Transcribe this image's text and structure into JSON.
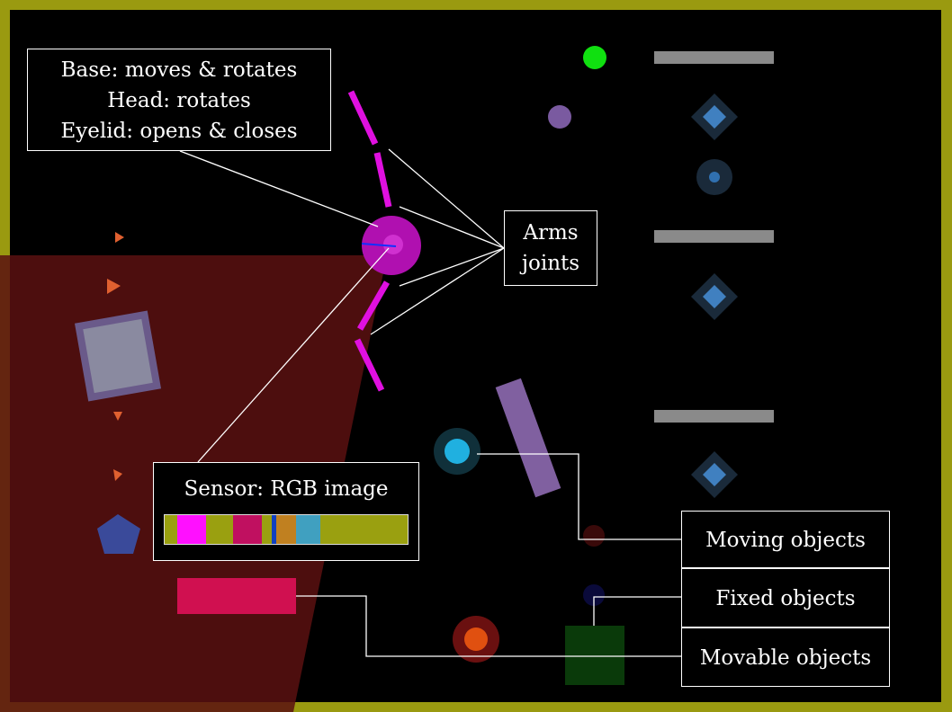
{
  "labels": {
    "base": [
      "Base: moves & rotates",
      "Head: rotates",
      "Eyelid: opens & closes"
    ],
    "arms": [
      "Arms",
      "joints"
    ],
    "sensor": "Sensor: RGB image",
    "moving": "Moving objects",
    "fixed": "Fixed objects",
    "movable": "Movable objects"
  },
  "colors": {
    "border": "#9a9a10",
    "field_of_view": "#4a1010",
    "agent": "#b010b0",
    "arm": "#e010e0",
    "leader_line": "#ffffff"
  },
  "sensor_strip": [
    {
      "color": "#9aa010",
      "w": 5
    },
    {
      "color": "#ff10ff",
      "w": 12
    },
    {
      "color": "#9aa010",
      "w": 11
    },
    {
      "color": "#c01060",
      "w": 12
    },
    {
      "color": "#9aa010",
      "w": 4
    },
    {
      "color": "#1040c0",
      "w": 2
    },
    {
      "color": "#c08020",
      "w": 8
    },
    {
      "color": "#40a0c0",
      "w": 10
    },
    {
      "color": "#9aa010",
      "w": 36
    }
  ]
}
